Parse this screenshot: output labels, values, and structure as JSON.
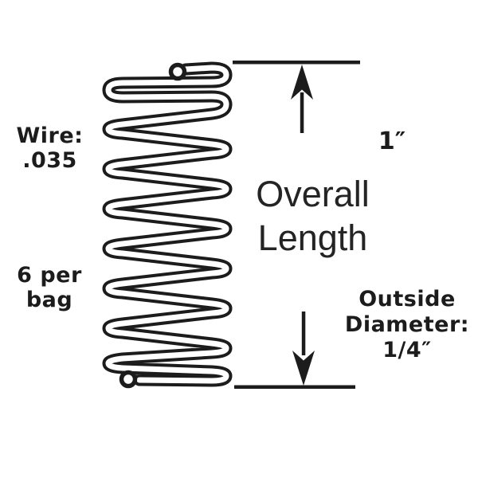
{
  "figure": {
    "type": "technical-illustration",
    "subject": "compression spring with dimension callouts",
    "labels": {
      "wire": {
        "line1": "Wire:",
        "line2": ".035"
      },
      "bag": {
        "line1": "6 per",
        "line2": "bag"
      },
      "one_inch": "1″",
      "overall": {
        "line1": "Overall",
        "line2": "Length"
      },
      "outside": {
        "line1": "Outside",
        "line2": "Diameter:",
        "line3": "1/4″"
      }
    },
    "colors": {
      "ink": "#1c1c1c",
      "background": "#ffffff"
    }
  }
}
